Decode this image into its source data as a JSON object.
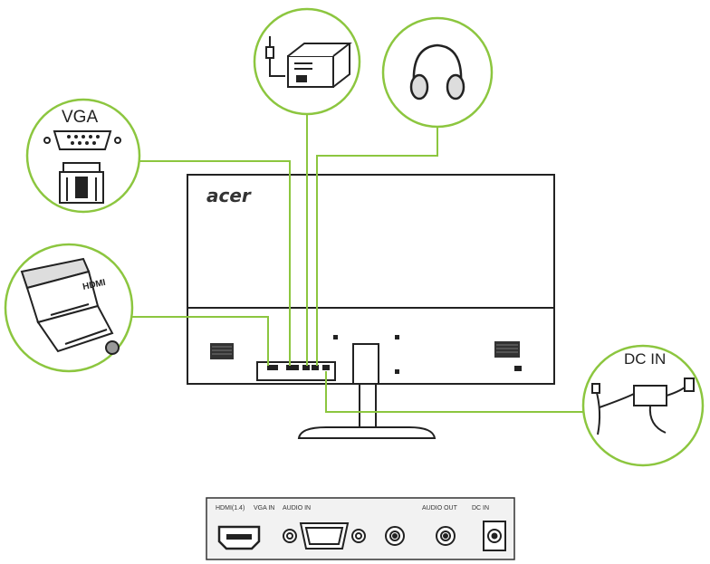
{
  "brand": {
    "logo_text": "acer"
  },
  "callouts": {
    "vga": {
      "label": "VGA"
    },
    "dc_in": {
      "label": "DC IN"
    },
    "hdmi": {
      "plug_text": "HDMI"
    }
  },
  "port_panel": {
    "labels": [
      {
        "text": "HDMI(1.4)"
      },
      {
        "text": "VGA IN"
      },
      {
        "text": "AUDIO IN"
      },
      {
        "text": "AUDIO OUT"
      },
      {
        "text": "DC IN"
      }
    ]
  },
  "colors": {
    "accent": "#8cc63f",
    "line": "#222222",
    "panel_fill": "#f2f2f2"
  }
}
